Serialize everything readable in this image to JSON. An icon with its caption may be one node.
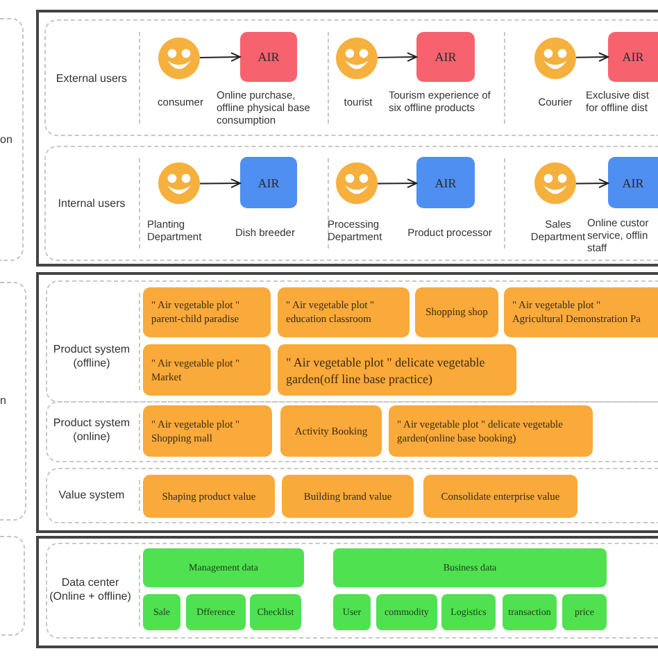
{
  "diagram": {
    "nodes": [
      {
        "text": [
          "on"
        ]
      },
      {
        "text": [],
        "shape": "box"
      },
      {
        "text": [
          "External users"
        ],
        "in": 1
      },
      {
        "text": [],
        "shape": "circle",
        "beside": [
          "consumer"
        ],
        "in": 2
      },
      {
        "text": [
          "AIR"
        ],
        "beside": [
          "Online purchase, offline physical base consumption"
        ],
        "in": 2
      },
      {
        "text": [],
        "shape": "circle",
        "beside": [
          "tourist"
        ],
        "in": 2
      },
      {
        "text": [
          "AIR"
        ],
        "beside": [
          "Tourism experience of six offline products"
        ],
        "in": 2
      },
      {
        "text": [],
        "shape": "circle",
        "beside": [
          "Courier"
        ],
        "in": 2
      },
      {
        "text": [
          "AIR"
        ],
        "beside": [
          "Exclusive dist for offline dist"
        ],
        "in": 2
      },
      {
        "text": [
          "Internal users"
        ],
        "in": 1
      },
      {
        "text": [],
        "shape": "circle",
        "beside": [
          "Planting Department"
        ],
        "in": 9
      },
      {
        "text": [
          "AIR"
        ],
        "beside": [
          "Dish breeder"
        ],
        "in": 9
      },
      {
        "text": [],
        "shape": "circle",
        "beside": [
          "Processing Department"
        ],
        "in": 9
      },
      {
        "text": [
          "AIR"
        ],
        "beside": [
          "Product processor"
        ],
        "in": 9
      },
      {
        "text": [],
        "shape": "circle",
        "beside": [
          "Sales Department"
        ],
        "in": 9
      },
      {
        "text": [
          "AIR"
        ],
        "beside": [
          "Online custor service, offlin staff"
        ],
        "in": 9
      },
      {
        "text": [
          "n"
        ]
      },
      {
        "text": [],
        "shape": "box"
      },
      {
        "text": [
          "Product system (offline)"
        ],
        "in": 17
      },
      {
        "text": [
          "\" Air vegetable plot \" parent-child paradise"
        ],
        "in": 18
      },
      {
        "text": [
          "\" Air vegetable plot \" education classroom"
        ],
        "in": 18
      },
      {
        "text": [
          "Shopping shop"
        ],
        "in": 18
      },
      {
        "text": [
          "\" Air vegetable plot \" Agricultural Demonstration Pa"
        ],
        "in": 18
      },
      {
        "text": [
          "\" Air vegetable plot \" Market"
        ],
        "in": 18
      },
      {
        "text": [
          "\" Air vegetable plot \" delicate vegetable garden(off line base practice)"
        ],
        "in": 18
      },
      {
        "text": [
          "Product system (online)"
        ],
        "in": 17
      },
      {
        "text": [
          "\" Air vegetable plot \" Shopping mall"
        ],
        "in": 25
      },
      {
        "text": [
          "Activity Booking"
        ],
        "in": 25
      },
      {
        "text": [
          "\" Air vegetable plot \" delicate vegetable garden(online base booking)"
        ],
        "in": 25
      },
      {
        "text": [
          "Value system"
        ],
        "in": 17
      },
      {
        "text": [
          "Shaping product value"
        ],
        "in": 29
      },
      {
        "text": [
          "Building brand value"
        ],
        "in": 29
      },
      {
        "text": [
          "Consolidate enterprise value"
        ],
        "in": 29
      },
      {
        "text": [],
        "shape": "box"
      },
      {
        "text": [],
        "shape": "box"
      },
      {
        "text": [
          "Data center (Online + offline)"
        ],
        "in": 34
      },
      {
        "text": [
          "Management data"
        ],
        "in": 35
      },
      {
        "text": [
          "Sale"
        ],
        "in": 35
      },
      {
        "text": [
          "Dfference"
        ],
        "in": 35
      },
      {
        "text": [
          "Checklist"
        ],
        "in": 35
      },
      {
        "text": [
          "Business data"
        ],
        "in": 35
      },
      {
        "text": [
          "User"
        ],
        "in": 35
      },
      {
        "text": [
          "commodity"
        ],
        "in": 35
      },
      {
        "text": [
          "Logistics"
        ],
        "in": 35
      },
      {
        "text": [
          "transaction"
        ],
        "in": 35
      },
      {
        "text": [
          "price"
        ],
        "in": 35
      }
    ],
    "edges": [
      {
        "from": 3,
        "to": 4,
        "arrow": "to"
      },
      {
        "from": 5,
        "to": 6,
        "arrow": "to"
      },
      {
        "from": 7,
        "to": 8,
        "arrow": "to"
      },
      {
        "from": 10,
        "to": 11,
        "arrow": "to"
      },
      {
        "from": 12,
        "to": 13,
        "arrow": "to"
      },
      {
        "from": 14,
        "to": 15,
        "arrow": "to"
      }
    ]
  }
}
